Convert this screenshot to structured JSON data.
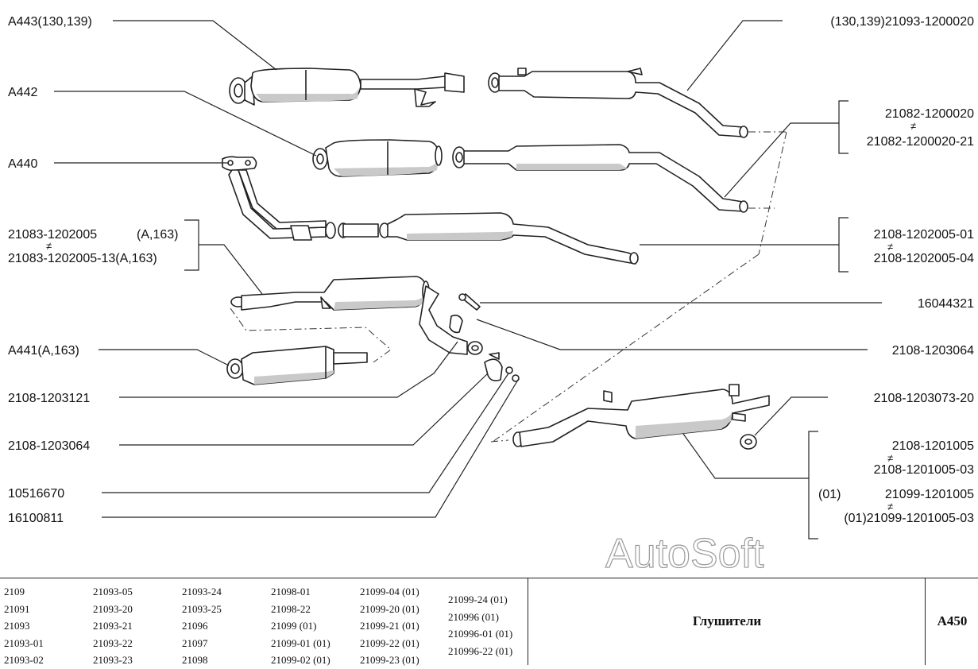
{
  "labels_left": {
    "a443": "A443(130,139)",
    "a442": "A442",
    "a440": "A440",
    "pipe_front_1": "21083-1202005",
    "pipe_front_1_ref": "(A,163)",
    "pipe_front_2": "21083-1202005-13(A,163)",
    "a441": "A441(A,163)",
    "clamp_121": "2108-1203121",
    "cushion_064": "2108-1203064",
    "bolt_670": "10516670",
    "nut_811": "16100811"
  },
  "labels_right": {
    "muffler_top": "(130,139)21093-1200020",
    "res_1": "21082-1200020",
    "res_2": "21082-1200020-21",
    "mid_1": "2108-1202005-01",
    "mid_2": "2108-1202005-04",
    "bolt_321": "16044321",
    "ring_064": "2108-1203064",
    "hanger_073": "2108-1203073-20",
    "main_1": "2108-1201005",
    "main_2": "2108-1201005-03",
    "main_3_prefix": "(01)",
    "main_3": "21099-1201005",
    "main_4": "(01)21099-1201005-03"
  },
  "watermark": "AutoSoft",
  "footer": {
    "columns": [
      [
        "2109",
        "21091",
        "21093",
        "21093-01",
        "21093-02"
      ],
      [
        "21093-05",
        "21093-20",
        "21093-21",
        "21093-22",
        "21093-23"
      ],
      [
        "21093-24",
        "21093-25",
        "21096",
        "21097",
        "21098"
      ],
      [
        "21098-01",
        "21098-22",
        "21099 (01)",
        "21099-01 (01)",
        "21099-02 (01)"
      ],
      [
        "21099-04 (01)",
        "21099-20 (01)",
        "21099-21 (01)",
        "21099-22 (01)",
        "21099-23 (01)"
      ],
      [
        "21099-24 (01)",
        "210996 (01)",
        "210996-01 (01)",
        "210996-22 (01)"
      ]
    ],
    "title": "Глушители",
    "code": "A450"
  }
}
